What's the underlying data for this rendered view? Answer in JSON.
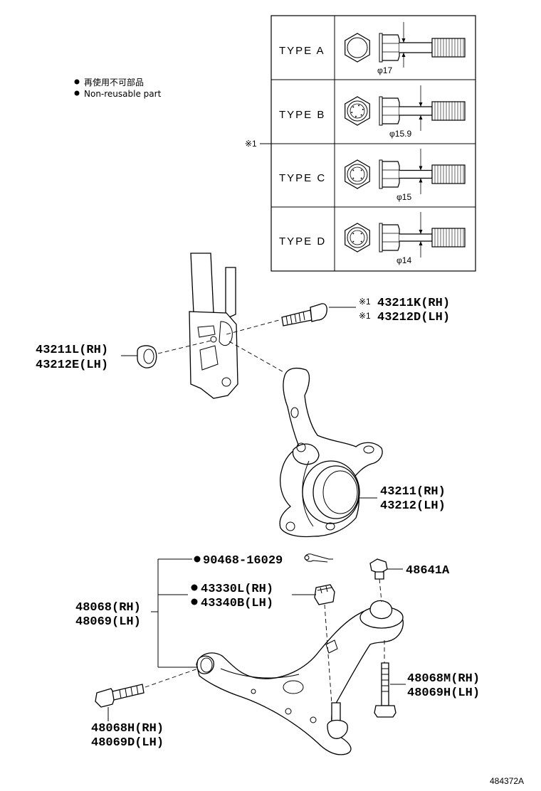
{
  "legend": {
    "jp": "再使用不可部品",
    "en": "Non-reusable part"
  },
  "note_mark": "※1",
  "bolt_types": [
    {
      "label": "TYPE A",
      "dia": "φ17"
    },
    {
      "label": "TYPE B",
      "dia": "φ15.9"
    },
    {
      "label": "TYPE C",
      "dia": "φ15"
    },
    {
      "label": "TYPE D",
      "dia": "φ14"
    }
  ],
  "callouts": {
    "bolt_upper": {
      "mark1": "※1",
      "line1": "43211K(RH)",
      "mark2": "※1",
      "line2": "43212D(LH)"
    },
    "nut_left": {
      "line1": "43211L(RH)",
      "line2": "43212E(LH)"
    },
    "knuckle": {
      "line1": "43211(RH)",
      "line2": "43212(LH)"
    },
    "cotter_pin": {
      "line1": "90468-16029"
    },
    "nut_castle": {
      "line1": "43330L(RH)",
      "line2": "43340B(LH)"
    },
    "arm": {
      "line1": "48068(RH)",
      "line2": "48069(LH)"
    },
    "balljoint_bolt": {
      "line1": "48641A"
    },
    "bolt_right": {
      "line1": "48068M(RH)",
      "line2": "48069H(LH)"
    },
    "bolt_left": {
      "line1": "48068H(RH)",
      "line2": "48069D(LH)"
    }
  },
  "ref_number": "484372A"
}
